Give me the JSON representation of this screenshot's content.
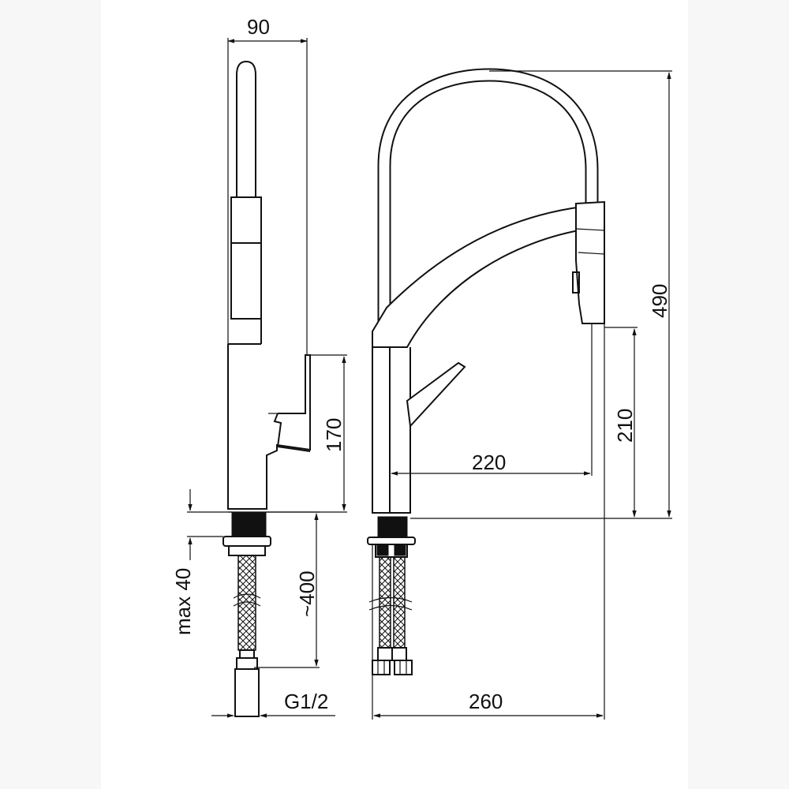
{
  "drawing": {
    "dimensions": {
      "width_side": "90",
      "body_height": "170",
      "max_deck": "max 40",
      "hose_length": "~400",
      "thread": "G1/2",
      "total_height": "490",
      "spout_height": "210",
      "reach": "220",
      "total_reach": "260"
    },
    "colors": {
      "line": "#111111",
      "sheet": "#ffffff",
      "background": "#f7f7f7"
    }
  }
}
